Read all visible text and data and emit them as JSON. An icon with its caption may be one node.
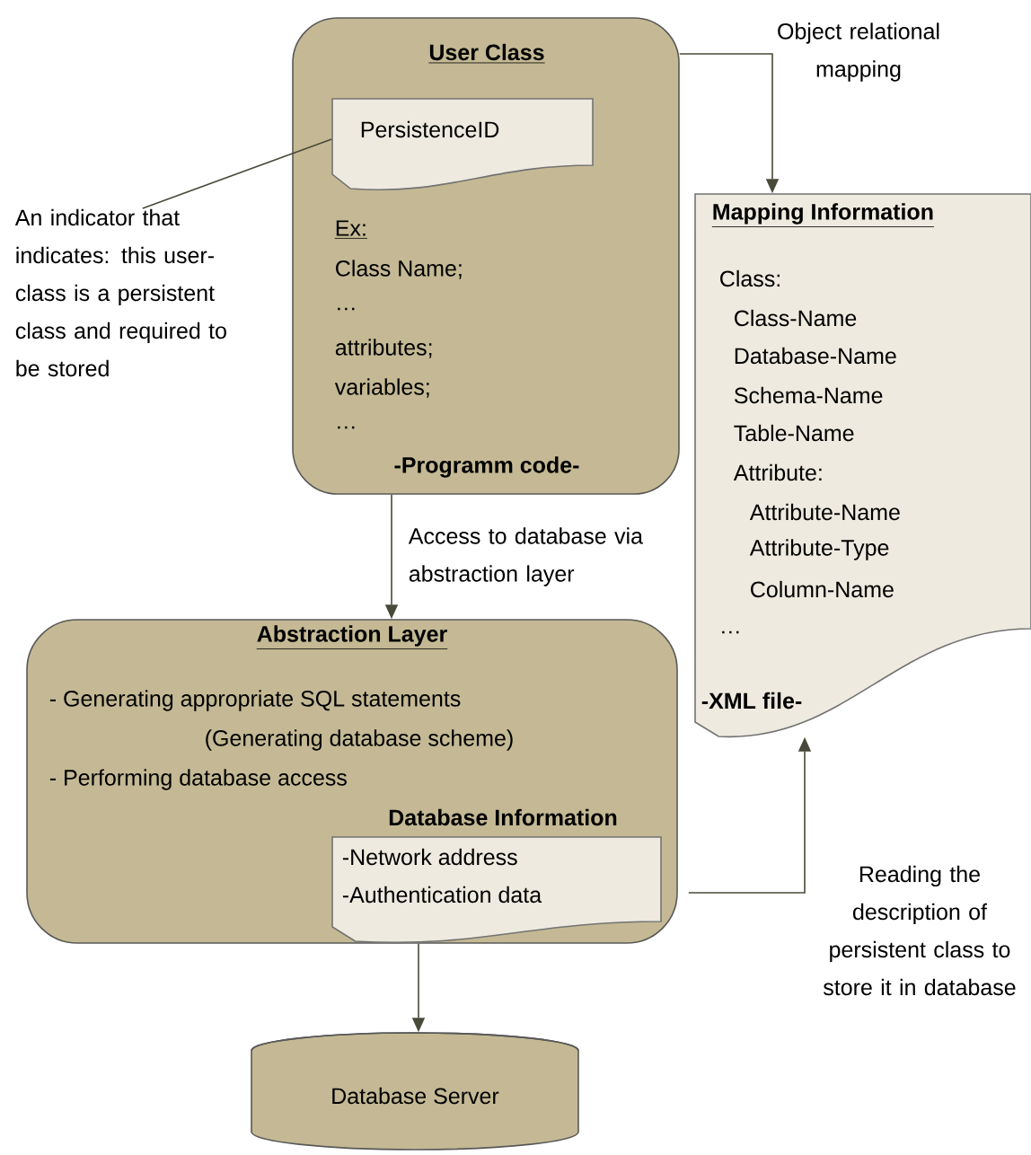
{
  "diagram": {
    "nodes": [
      {
        "text": [
          "User Class",
          "Ex:",
          "Class Name;",
          "…",
          "attributes;",
          "variables;",
          "…",
          "-Programm code-"
        ]
      },
      {
        "text": [
          "PersistenceID"
        ],
        "in": 0
      },
      {
        "text": [
          "An indicator that indicates: this user- class is a persistent class and required to be stored"
        ]
      },
      {
        "text": [
          "Mapping Information",
          "Class:",
          "Class-Name",
          "Database-Name",
          "Schema-Name",
          "Table-Name",
          "Attribute:",
          "Attribute-Name",
          "Attribute-Type",
          "Column-Name",
          "…",
          "-XML file-"
        ]
      },
      {
        "text": [
          "Abstraction Layer",
          "- Generating appropriate SQL statements",
          "(Generating database scheme)",
          "- Performing database access"
        ]
      },
      {
        "text": [
          "Database Information",
          "-Network address",
          "-Authentication data"
        ],
        "in": 4
      },
      {
        "text": [
          "Database Server"
        ]
      }
    ],
    "edges": [
      {
        "from": 2,
        "to": 1,
        "arrow": "none"
      },
      {
        "from": 0,
        "to": 3,
        "arrow": "to",
        "label": "Object relational mapping"
      },
      {
        "from": 0,
        "to": 4,
        "arrow": "to",
        "label": "Access to database via abstraction layer"
      },
      {
        "from": 4,
        "to": 3,
        "arrow": "to",
        "label": "Reading the description of persistent class to store it in database"
      },
      {
        "from": 4,
        "to": 6,
        "arrow": "to"
      }
    ]
  }
}
